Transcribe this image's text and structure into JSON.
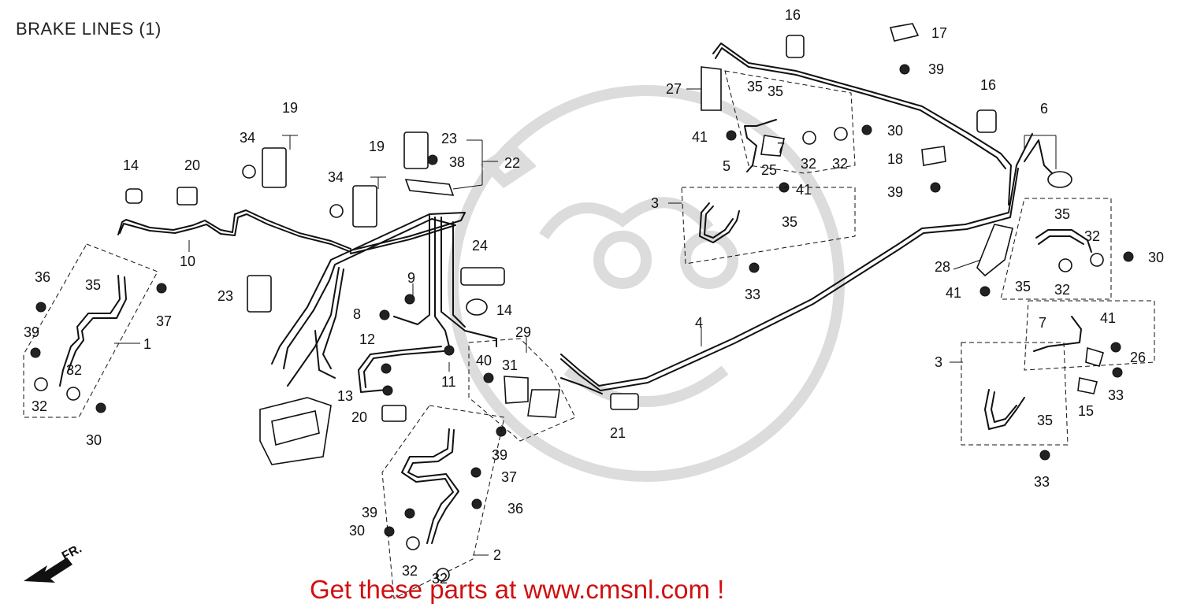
{
  "header": {
    "title": "BRAKE LINES (1)"
  },
  "footer": {
    "ad_text": "Get these parts at www.cmsnl.com !"
  },
  "direction_marker": {
    "text": "FR.",
    "icon": "front-direction-arrow-icon"
  },
  "colors": {
    "ad": "#d01010",
    "line": "#111111",
    "watermark": "#d9d9d9"
  },
  "callouts": {
    "c1": "1",
    "c2": "2",
    "c3a": "3",
    "c3b": "3",
    "c4": "4",
    "c5": "5",
    "c6": "6",
    "c7a": "7",
    "c7b": "7",
    "c8": "8",
    "c9": "9",
    "c10": "10",
    "c11": "11",
    "c12": "12",
    "c13": "13",
    "c14a": "14",
    "c14b": "14",
    "c15": "15",
    "c16a": "16",
    "c16b": "16",
    "c17": "17",
    "c18": "18",
    "c19a": "19",
    "c19b": "19",
    "c20a": "20",
    "c20b": "20",
    "c21": "21",
    "c22": "22",
    "c23a": "23",
    "c23b": "23",
    "c24": "24",
    "c25": "25",
    "c26": "26",
    "c27": "27",
    "c28": "28",
    "c29": "29",
    "c30a": "30",
    "c30b": "30",
    "c30c": "30",
    "c30d": "30",
    "c31": "31",
    "c32a": "32",
    "c32b": "32",
    "c32c": "32",
    "c32d": "32",
    "c32e": "32",
    "c32f": "32",
    "c32g": "32",
    "c32h": "32",
    "c33a": "33",
    "c33b": "33",
    "c33c": "33",
    "c34a": "34",
    "c34b": "34",
    "c35a": "35",
    "c35b": "35",
    "c35c": "35",
    "c35d": "35",
    "c35e": "35",
    "c35f": "35",
    "c35g": "35",
    "c36a": "36",
    "c36b": "36",
    "c37a": "37",
    "c37b": "37",
    "c38": "38",
    "c39a": "39",
    "c39b": "39",
    "c39c": "39",
    "c39d": "39",
    "c39e": "39",
    "c40": "40",
    "c41a": "41",
    "c41b": "41",
    "c41c": "41",
    "c41d": "41"
  }
}
